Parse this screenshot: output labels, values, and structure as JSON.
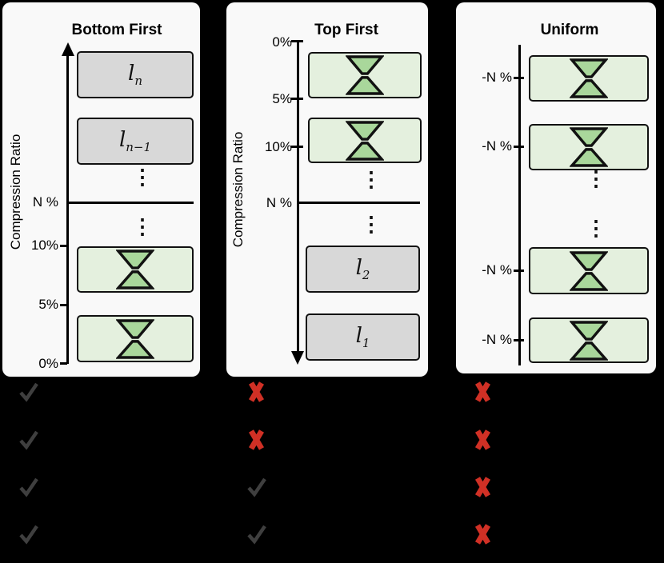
{
  "panels": [
    {
      "title": "Bottom First",
      "axis_label": "Compression Ratio",
      "ticks": {
        "p0": "0%",
        "p5": "5%",
        "p10": "10%",
        "n": "N %"
      },
      "layers": [
        {
          "base": "l",
          "sub": "n"
        },
        {
          "base": "l",
          "sub": "n−1"
        }
      ],
      "dots": "⋮"
    },
    {
      "title": "Top First",
      "axis_label": "Compression Ratio",
      "ticks": {
        "p0": "0%",
        "p5": "5%",
        "p10": "10%",
        "n": "N %"
      },
      "layers": [
        {
          "base": "l",
          "sub": "2"
        },
        {
          "base": "l",
          "sub": "1"
        }
      ],
      "dots": "⋮"
    },
    {
      "title": "Uniform",
      "ticks": {
        "minus_n": "-N %"
      },
      "dots": "⋮"
    }
  ],
  "marks": {
    "rows": [
      [
        "check",
        "cross",
        "cross"
      ],
      [
        "check",
        "cross",
        "cross"
      ],
      [
        "check",
        "check",
        "cross"
      ],
      [
        "check",
        "check",
        "cross"
      ]
    ]
  },
  "colors": {
    "background": "#000000",
    "panel": "#f9f9f9",
    "layer_gray": "#d8d8d8",
    "compressed_light_green": "#e4f0de",
    "compressed_dark_green": "#a9d79b",
    "outline": "#111111",
    "check": "#3f3f3f",
    "cross": "#d03025"
  }
}
